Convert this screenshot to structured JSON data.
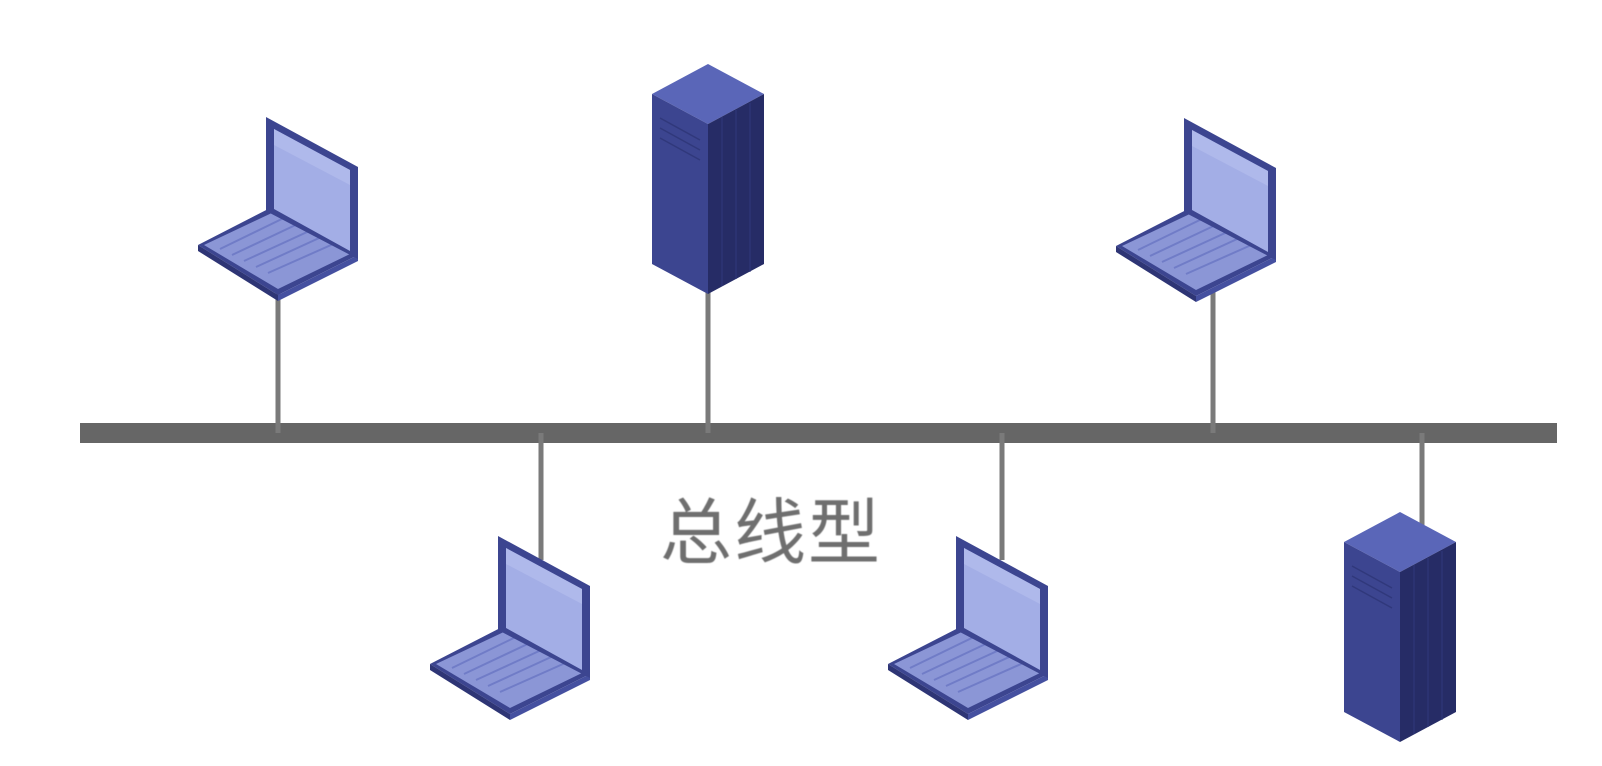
{
  "diagram": {
    "caption": "总线型",
    "colors": {
      "bus": "#666666",
      "drop_line": "#7a7a7a",
      "device_dark": "#2e3575",
      "device_mid": "#3c4590",
      "device_light": "#5a66b8",
      "screen": "#9aa6e2",
      "caption": "#6f6f6f"
    },
    "devices": [
      {
        "type": "laptop",
        "icon": "laptop-icon"
      },
      {
        "type": "server",
        "icon": "server-icon"
      },
      {
        "type": "laptop",
        "icon": "laptop-icon"
      },
      {
        "type": "laptop",
        "icon": "laptop-icon"
      },
      {
        "type": "laptop",
        "icon": "laptop-icon"
      },
      {
        "type": "server",
        "icon": "server-icon"
      }
    ]
  }
}
